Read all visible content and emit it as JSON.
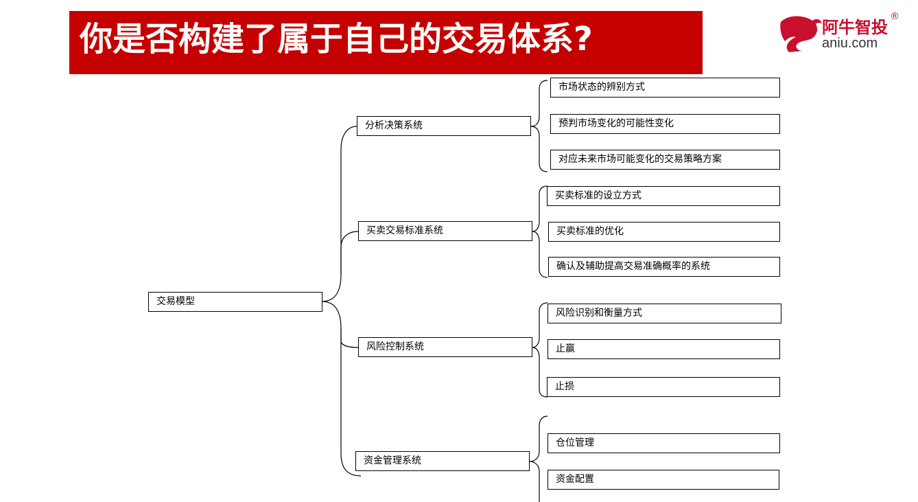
{
  "header": {
    "title": "你是否构建了属于自己的交易体系?"
  },
  "logo": {
    "name_cn": "阿牛智投",
    "domain": "aniu.com",
    "registered_mark": "®",
    "icon": "bull-logo-icon",
    "brand_color": "#c8102e"
  },
  "colors": {
    "title_bar": "#c40000",
    "title_text": "#ffffff",
    "node_border": "#000000"
  },
  "mindmap": {
    "root": "交易模型",
    "branches": [
      {
        "label": "分析决策系统",
        "children": [
          "市场状态的辨别方式",
          "预判市场变化的可能性变化",
          "对应未来市场可能变化的交易策略方案"
        ]
      },
      {
        "label": "买卖交易标准系统",
        "children": [
          "买卖标准的设立方式",
          "买卖标准的优化",
          "确认及辅助提高交易准确概率的系统"
        ]
      },
      {
        "label": "风险控制系统",
        "children": [
          "风险识别和衡量方式",
          "止赢",
          "止损"
        ]
      },
      {
        "label": "资金管理系统",
        "children": [
          "仓位管理",
          "资金配置"
        ]
      }
    ]
  }
}
